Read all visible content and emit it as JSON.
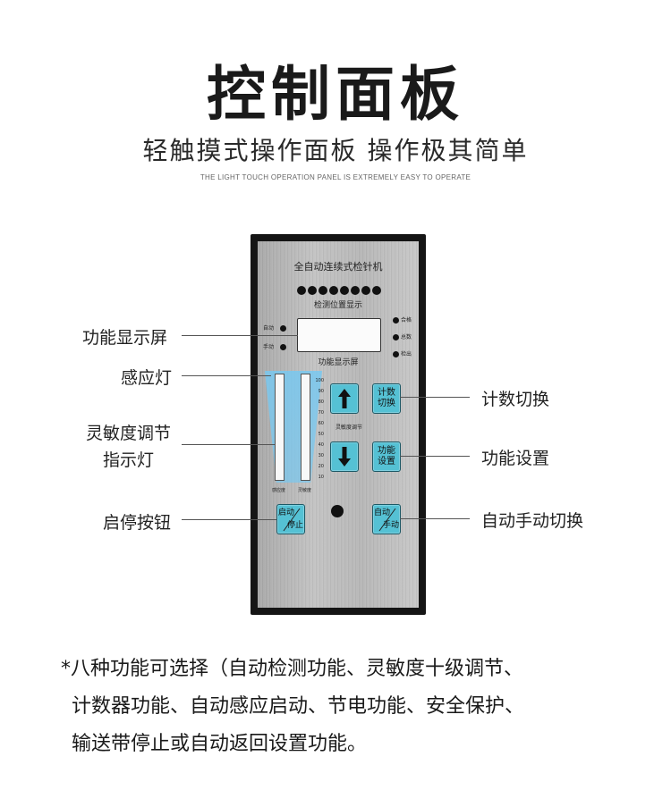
{
  "header": {
    "title": "控制面板",
    "subtitle": "轻触摸式操作面板 操作极其简单",
    "subtitle_en": "THE LIGHT TOUCH OPERATION PANEL IS EXTREMELY EASY TO OPERATE"
  },
  "panel": {
    "title": "全自动连续式检针机",
    "detect_label": "检测位置显示",
    "auto_label": "自动",
    "manual_label": "手动",
    "pass_label": "合格",
    "total_label": "总数",
    "out_label": "检出",
    "screen_label": "功能显示屏",
    "sensitivity_label": "灵敏度调节",
    "scale": [
      "100",
      "90",
      "80",
      "70",
      "60",
      "50",
      "40",
      "30",
      "20",
      "10"
    ],
    "meter_left_label": "感应度",
    "meter_right_label": "灵敏度",
    "count_switch_btn": [
      "计数",
      "切换"
    ],
    "function_set_btn": [
      "功能",
      "设置"
    ],
    "start_stop_btn": [
      "启动",
      "停止"
    ],
    "auto_manual_btn": [
      "自动",
      "手动"
    ],
    "accent_color": "#55c1d4"
  },
  "callouts": {
    "display": "功能显示屏",
    "sensor_light": "感应灯",
    "sensitivity_line1": "灵敏度调节",
    "sensitivity_line2": "指示灯",
    "start_stop": "启停按钮",
    "count_switch": "计数切换",
    "function_set": "功能设置",
    "auto_manual": "自动手动切换"
  },
  "features": [
    "*八种功能可选择（自动检测功能、灵敏度十级调节、",
    "计数器功能、自动感应启动、节电功能、安全保护、",
    "输送带停止或自动返回设置功能。"
  ]
}
